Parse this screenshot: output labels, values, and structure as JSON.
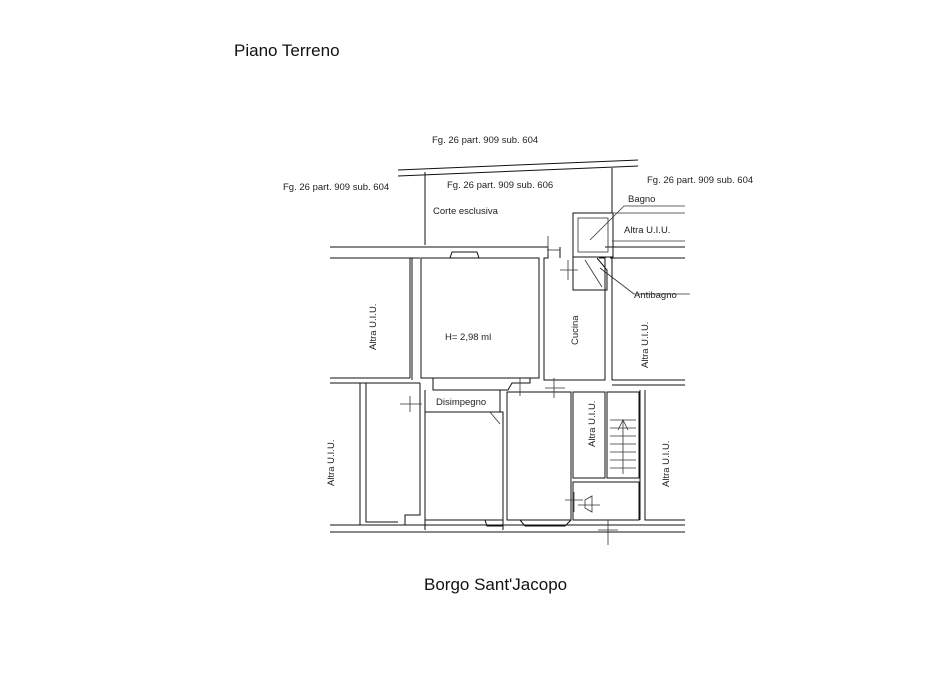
{
  "title": "Piano Terreno",
  "street": "Borgo Sant'Jacopo",
  "parcels": {
    "top": "Fg. 26 part. 909 sub. 604",
    "left": "Fg. 26 part. 909 sub. 604",
    "center": "Fg. 26 part. 909 sub. 606",
    "right": "Fg. 26 part. 909 sub. 604"
  },
  "rooms": {
    "courtyard": "Corte esclusiva",
    "bathroom": "Bagno",
    "antibathroom": "Antibagno",
    "kitchen": "Cucina",
    "height": "H= 2,98 ml",
    "hallway": "Disimpegno"
  },
  "other_units": {
    "top_right": "Altra U.I.U.",
    "left_upper": "Altra U.I.U.",
    "left_lower": "Altra U.I.U.",
    "right_upper": "Altra U.I.U.",
    "right_middle": "Altra U.I.U.",
    "right_lower": "Altra U.I.U."
  }
}
